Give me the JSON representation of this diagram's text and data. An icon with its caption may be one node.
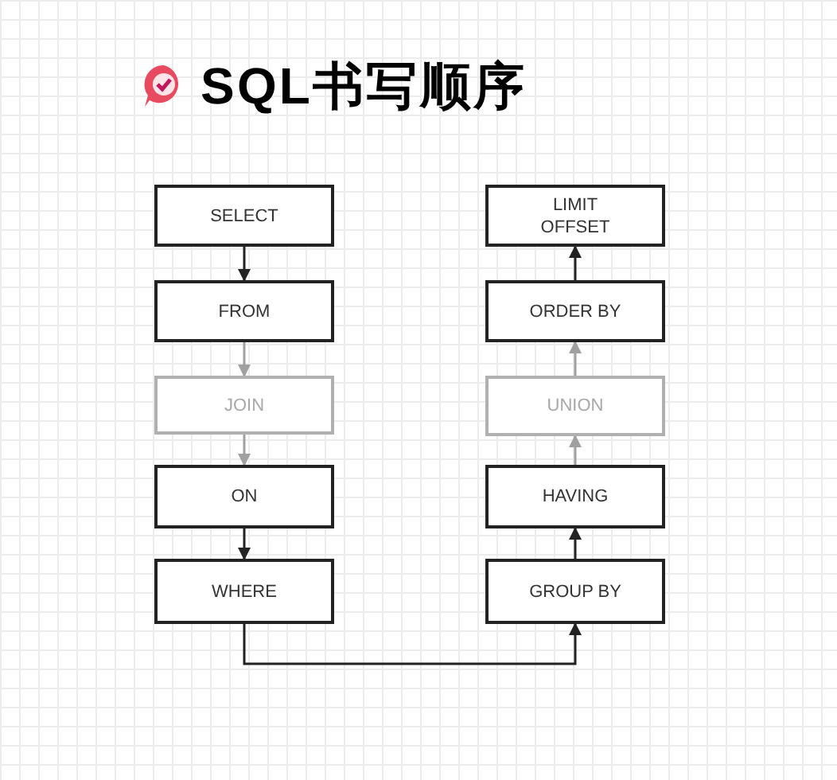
{
  "diagram": {
    "title": "SQL书写顺序",
    "nodes": [
      {
        "text": [
          "SELECT"
        ]
      },
      {
        "text": [
          "FROM"
        ]
      },
      {
        "text": [
          "JOIN"
        ]
      },
      {
        "text": [
          "ON"
        ]
      },
      {
        "text": [
          "WHERE"
        ]
      },
      {
        "text": [
          "LIMIT OFFSET"
        ]
      },
      {
        "text": [
          "ORDER BY"
        ]
      },
      {
        "text": [
          "UNION"
        ]
      },
      {
        "text": [
          "HAVING"
        ]
      },
      {
        "text": [
          "GROUP BY"
        ]
      }
    ],
    "edges": [
      {
        "from": 0,
        "to": 1,
        "arrow": "to"
      },
      {
        "from": 1,
        "to": 2,
        "arrow": "to",
        "color": "#a0a0a0"
      },
      {
        "from": 2,
        "to": 3,
        "arrow": "to",
        "color": "#a0a0a0"
      },
      {
        "from": 3,
        "to": 4,
        "arrow": "to"
      },
      {
        "from": 4,
        "to": 9,
        "arrow": "to"
      },
      {
        "from": 9,
        "to": 8,
        "arrow": "to"
      },
      {
        "from": 8,
        "to": 7,
        "arrow": "to",
        "color": "#a0a0a0"
      },
      {
        "from": 7,
        "to": 6,
        "arrow": "to",
        "color": "#a0a0a0"
      },
      {
        "from": 6,
        "to": 5,
        "arrow": "to"
      }
    ]
  }
}
